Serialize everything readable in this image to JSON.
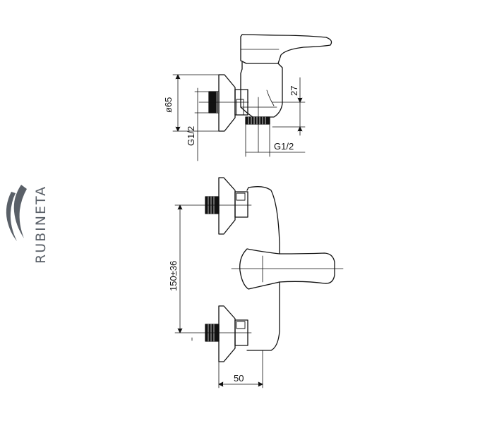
{
  "brand": {
    "name": "RUBINETA",
    "color": "#5a6068"
  },
  "dimensions": {
    "diameter": "ø65",
    "thread_vertical": "G1/2",
    "height_small": "27",
    "thread_horizontal": "G1/2",
    "spacing": "150±36",
    "depth": "50"
  },
  "colors": {
    "line": "#111111",
    "background": "#ffffff"
  }
}
